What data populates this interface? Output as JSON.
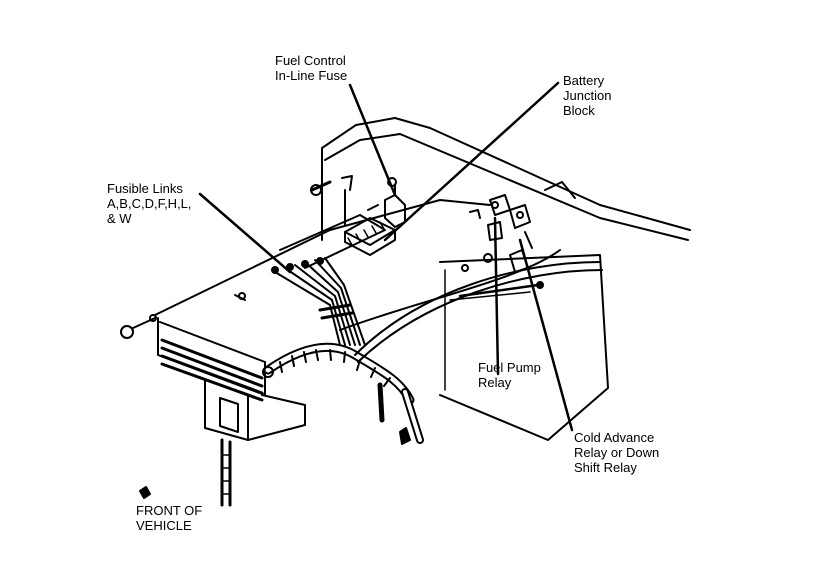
{
  "diagram": {
    "callouts": [
      {
        "id": "fuel-control-fuse",
        "lines": [
          "Fuel Control",
          "In-Line Fuse"
        ]
      },
      {
        "id": "battery-junction-block",
        "lines": [
          "Battery",
          "Junction",
          "Block"
        ]
      },
      {
        "id": "fusible-links",
        "lines": [
          "Fusible Links",
          "A,B,C,D,F,H,L,",
          "& W"
        ]
      },
      {
        "id": "fuel-pump-relay",
        "lines": [
          "Fuel Pump",
          "Relay"
        ]
      },
      {
        "id": "cold-advance-relay",
        "lines": [
          "Cold Advance",
          "Relay or Down",
          "Shift Relay"
        ]
      },
      {
        "id": "front-of-vehicle",
        "lines": [
          "FRONT OF",
          "VEHICLE"
        ]
      }
    ]
  }
}
